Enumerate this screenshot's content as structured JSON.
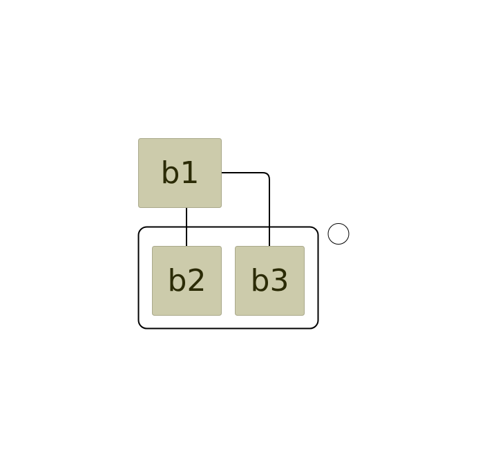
{
  "diagram": {
    "colors": {
      "background": "#ffffff",
      "node_fill": "#cccbab",
      "node_border": "#a9a88a",
      "node_text": "#2b2b06",
      "edge": "#000000",
      "group_border": "#000000",
      "marker_border": "#000000"
    },
    "nodes": {
      "b1": {
        "label": "b1"
      },
      "b2": {
        "label": "b2"
      },
      "b3": {
        "label": "b3"
      }
    },
    "edges": [
      {
        "from": "b1",
        "to": "b2"
      },
      {
        "from": "b1",
        "to": "b3"
      }
    ],
    "group": {
      "members": [
        "b2",
        "b3"
      ]
    }
  }
}
